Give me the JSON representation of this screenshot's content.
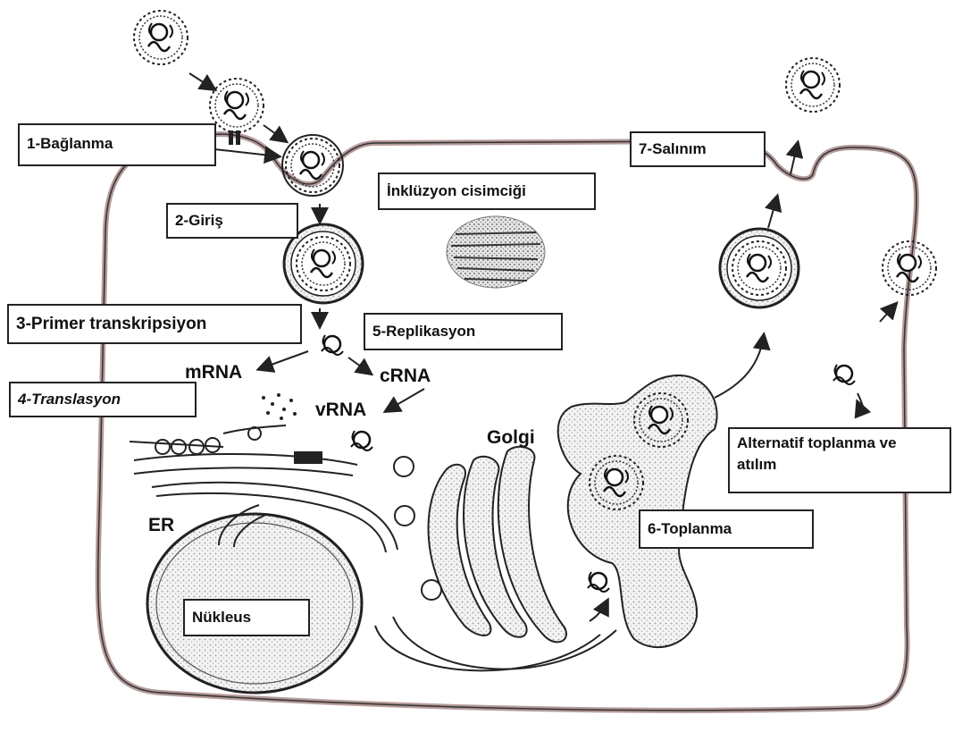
{
  "labels": {
    "baglanma": "1-Bağlanma",
    "giris": "2-Giriş",
    "primer_transkripsiyon": "3-Primer transkripsiyon",
    "translasyon": "4-Translasyon",
    "replikasyon": "5-Replikasyon",
    "toplanma": "6-Toplanma",
    "salinim": "7-Salınım",
    "inkluzyon": "İnklüzyon cisimciği",
    "alternatif_line1": "Alternatif toplanma ve",
    "alternatif_line2": "atılım",
    "nukleus": "Nükleus",
    "mrna": "mRNA",
    "crna": "cRNA",
    "vrna": "vRNA",
    "golgi": "Golgi",
    "er": "ER"
  },
  "colors": {
    "membrane": "#b59a9a",
    "ink": "#222222",
    "stipple": "#cfcfcf"
  }
}
